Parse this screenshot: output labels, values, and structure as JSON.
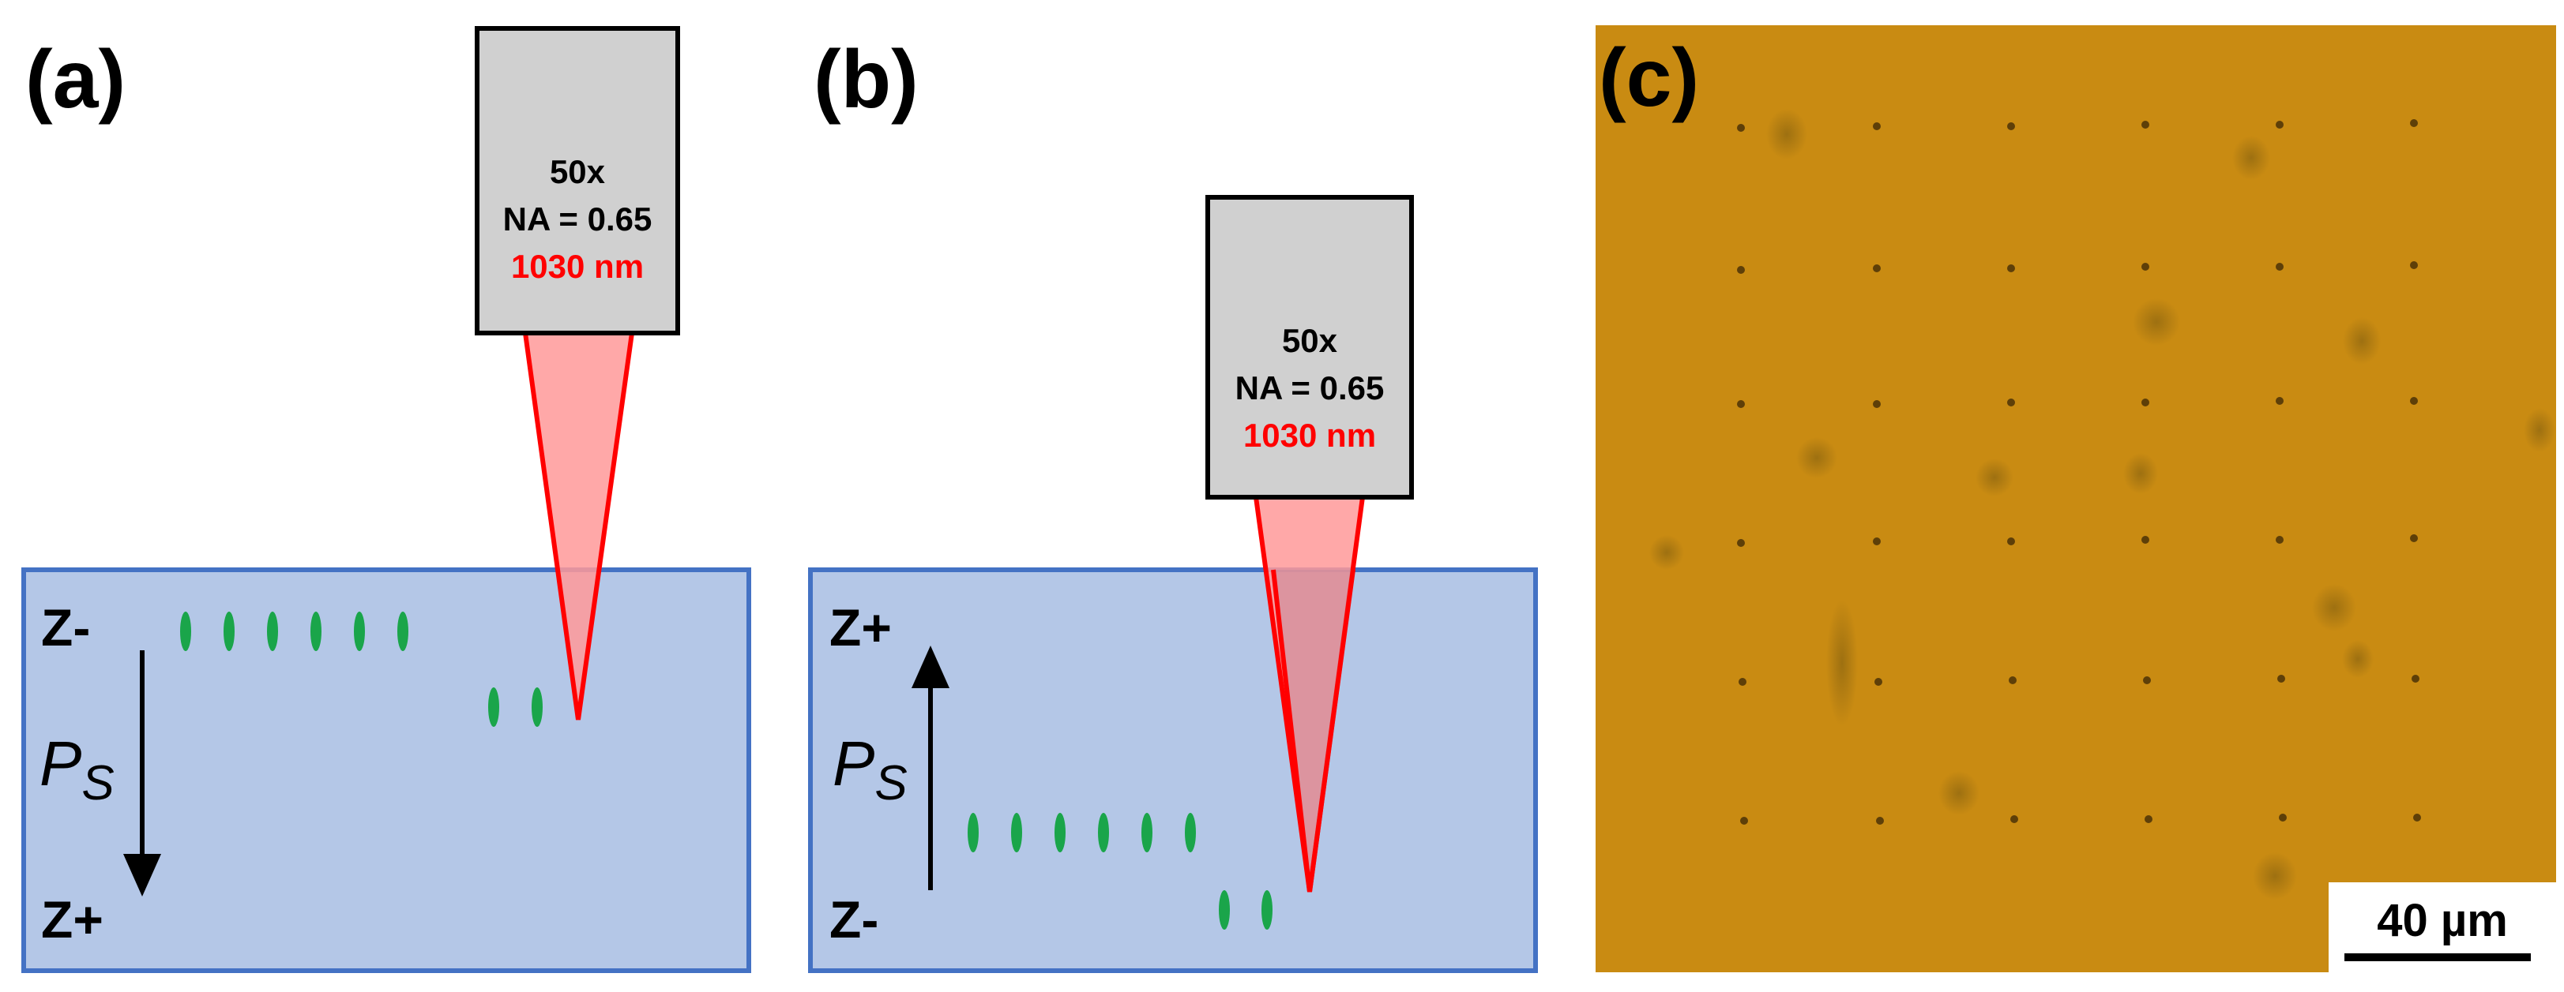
{
  "panel_a": {
    "label": "(a)",
    "objective": {
      "magnification": "50x",
      "na": "NA = 0.65",
      "wavelength": "1030 nm"
    },
    "z_top": "Z-",
    "z_bottom": "Z+",
    "ps_main": "P",
    "ps_sub": "S"
  },
  "panel_b": {
    "label": "(b)",
    "objective": {
      "magnification": "50x",
      "na": "NA = 0.65",
      "wavelength": "1030 nm"
    },
    "z_top": "Z+",
    "z_bottom": "Z-",
    "ps_main": "P",
    "ps_sub": "S"
  },
  "panel_c": {
    "label": "(c)",
    "scale_bar": "40 µm"
  },
  "colors": {
    "substrate_fill": "#b4c7e7",
    "substrate_border": "#4472c4",
    "objective_fill": "#d0d0d0",
    "laser_red": "#ff0000",
    "beam_fill": "#ff9999",
    "mark_green": "#1aa54a",
    "micrograph": "#c98b12"
  }
}
